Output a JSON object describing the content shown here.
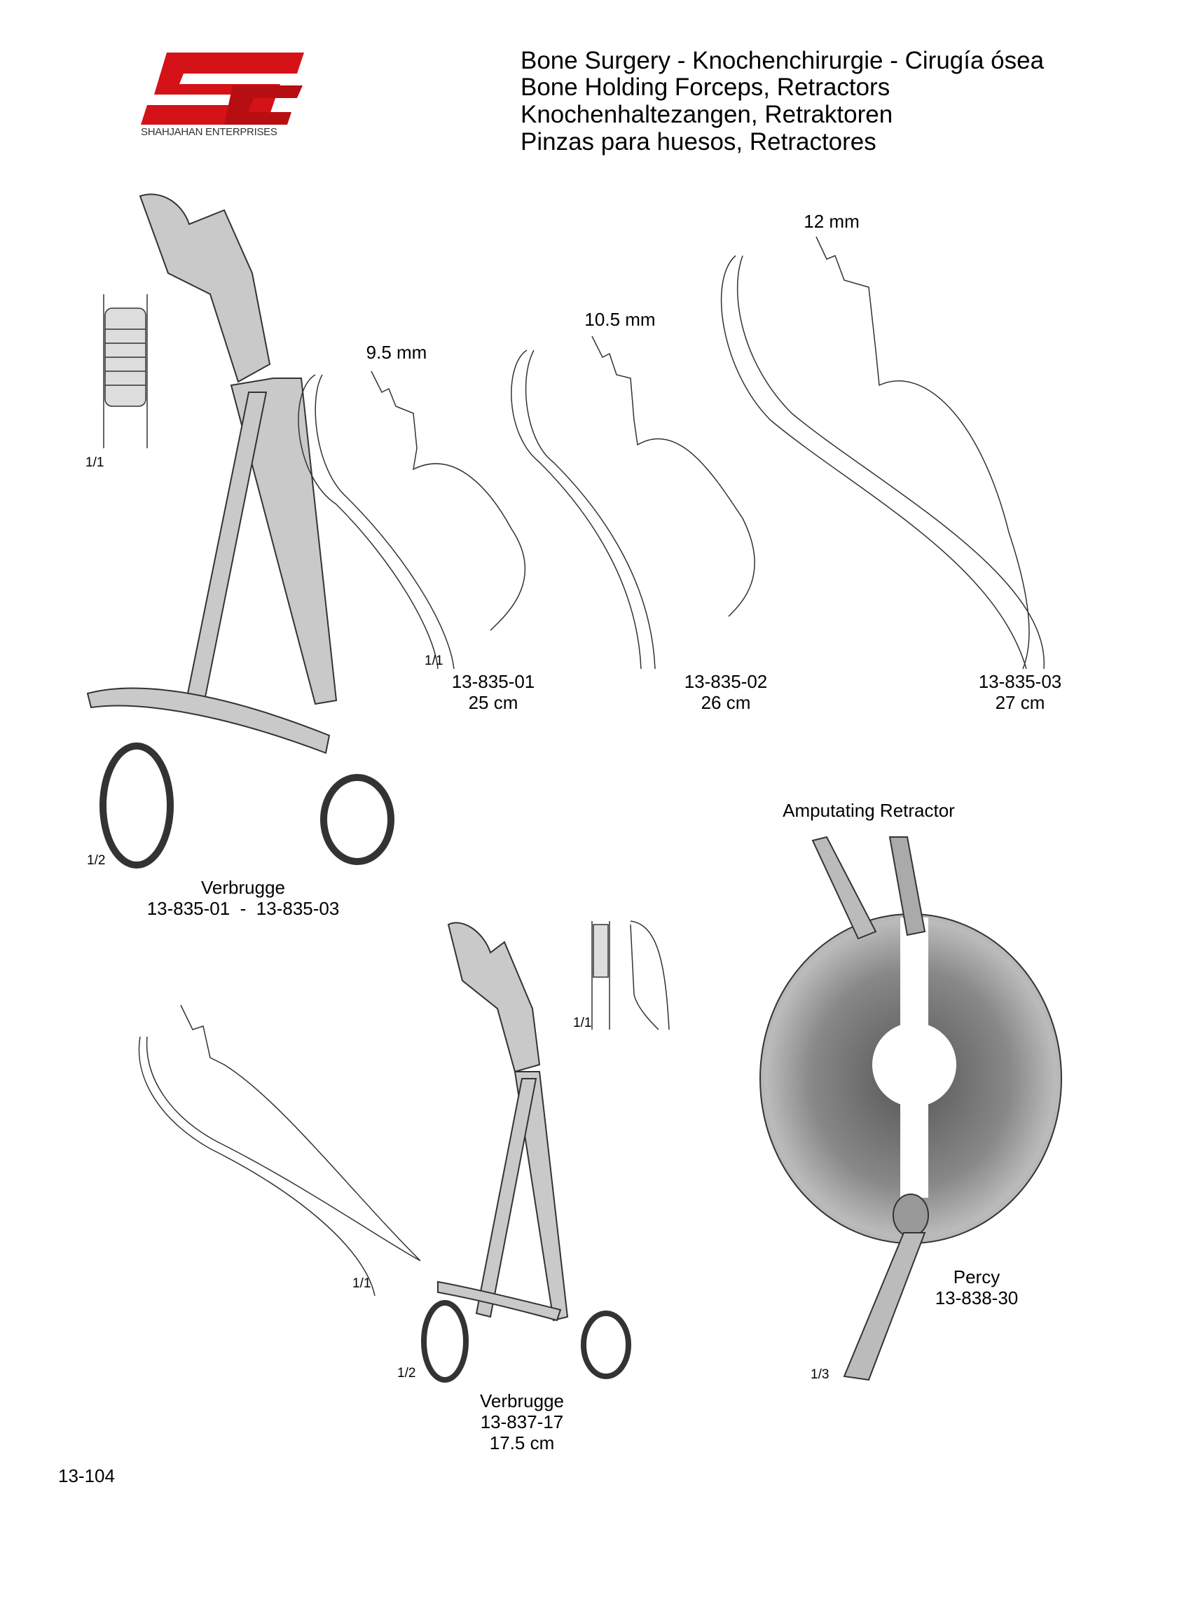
{
  "brand": {
    "logo_letters": "SE",
    "name": "SHAHJAHAN ENTERPRISES",
    "color": "#d41217"
  },
  "header": {
    "lines": [
      "Bone Surgery  -  Knochenchirurgie  -  Cirugía ósea",
      "Bone Holding Forceps, Retractors",
      "Knochenhaltezangen, Retraktoren",
      "Pinzas para huesos, Retractores"
    ]
  },
  "jaw_sizes": [
    "9.5 mm",
    "10.5 mm",
    "12 mm"
  ],
  "scales": {
    "detail_top": "1/1",
    "jaws": "1/1",
    "main_forceps": "1/2",
    "small_detail": "1/1",
    "small_jaw": "1/1",
    "small_forceps": "1/2",
    "retractor": "1/3"
  },
  "variants": [
    {
      "code": "13-835-01",
      "length": "25 cm"
    },
    {
      "code": "13-835-02",
      "length": "26 cm"
    },
    {
      "code": "13-835-03",
      "length": "27 cm"
    }
  ],
  "main_product": {
    "name": "Verbrugge",
    "range": "13-835-01  -  13-835-03"
  },
  "small_product": {
    "name": "Verbrugge",
    "code": "13-837-17",
    "length": "17.5 cm"
  },
  "retractor": {
    "title": "Amputating Retractor",
    "name": "Percy",
    "code": "13-838-30"
  },
  "page_number": "13-104"
}
